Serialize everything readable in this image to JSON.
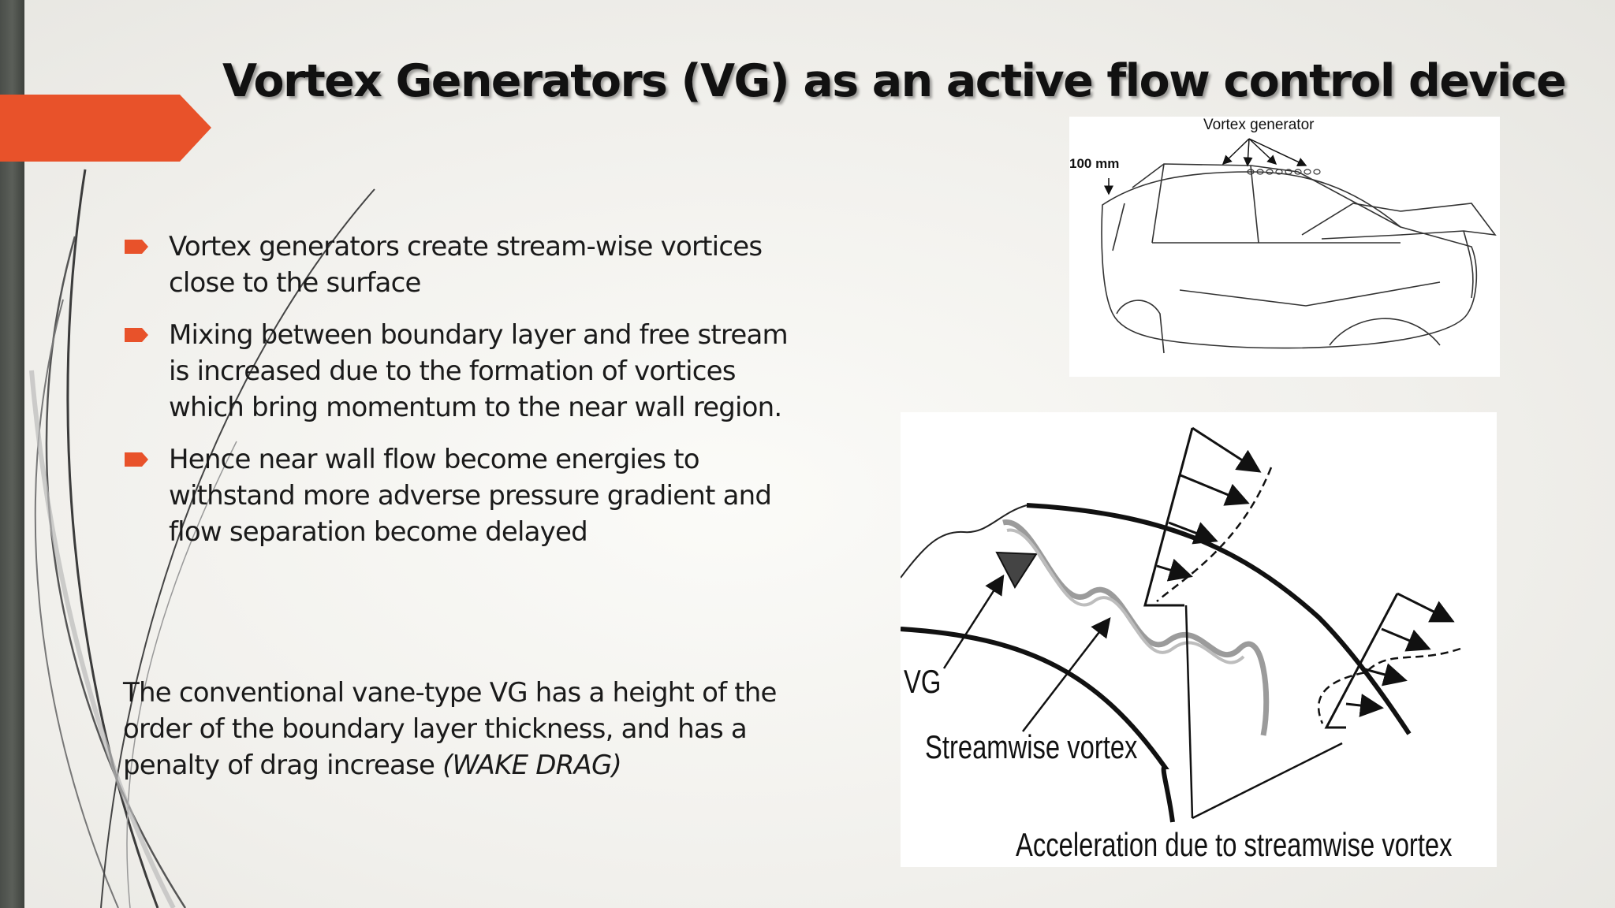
{
  "slide": {
    "title": "Vortex Generators (VG) as an active flow control device",
    "bullets": [
      "Vortex generators create stream-wise vortices close to the surface",
      "Mixing between boundary layer and free stream is increased due to the formation of vortices which bring momentum to the near wall region.",
      "Hence near wall flow become energies to withstand more adverse pressure gradient and flow separation become delayed"
    ],
    "note_text": "The conventional vane-type VG has a height of the order of the boundary layer thickness, and has a penalty of drag increase ",
    "note_italic": "(WAKE DRAG)"
  },
  "figures": {
    "car": {
      "label_vortex_generator": "Vortex generator",
      "label_height": "100 mm"
    },
    "vortex_diagram": {
      "label_vg": "VG",
      "label_streamwise": "Streamwise vortex",
      "label_acceleration": "Acceleration due to streamwise vortex"
    }
  },
  "colors": {
    "accent": "#e8522a",
    "side_bar": "#555a54",
    "text": "#1a1a1a"
  }
}
